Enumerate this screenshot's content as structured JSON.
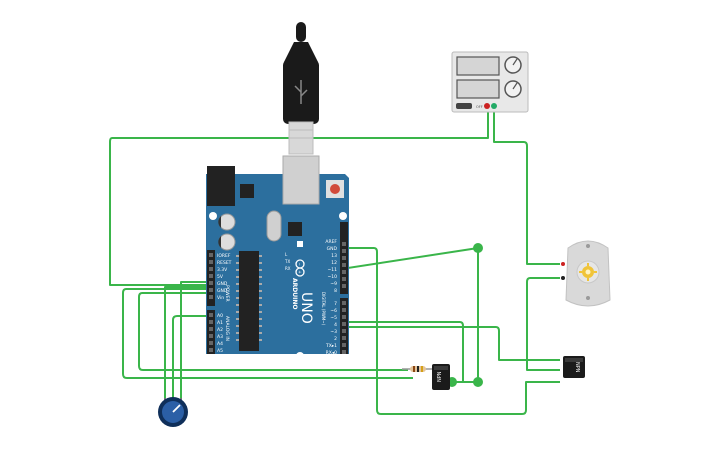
{
  "arduino": {
    "brand": "ARDUINO",
    "model": "UNO",
    "board_color": "#2c6f9e",
    "power_pins": [
      "IOREF",
      "RESET",
      "3.3V",
      "5V",
      "GND",
      "GND",
      "Vin"
    ],
    "power_header": "POWER",
    "analog_pins": [
      "A0",
      "A1",
      "A2",
      "A3",
      "A4",
      "A5"
    ],
    "analog_header": "ANALOG IN",
    "digital_top": [
      "AREF",
      "GND",
      "13",
      "12",
      "~11",
      "~10",
      "~9",
      "8"
    ],
    "digital_bottom": [
      "7",
      "~6",
      "~5",
      "4",
      "~3",
      "2",
      "TX▸1",
      "RX◂0"
    ],
    "digital_header": "DIGITAL (PWM~)",
    "tx_label": "TX",
    "rx_label": "RX",
    "l_label": "L"
  },
  "power_supply": {
    "button_label": "OFF"
  },
  "transistor_left": {
    "label": "NPN"
  },
  "transistor_right": {
    "label": "NPN"
  },
  "wire_color": "#3ab54a"
}
